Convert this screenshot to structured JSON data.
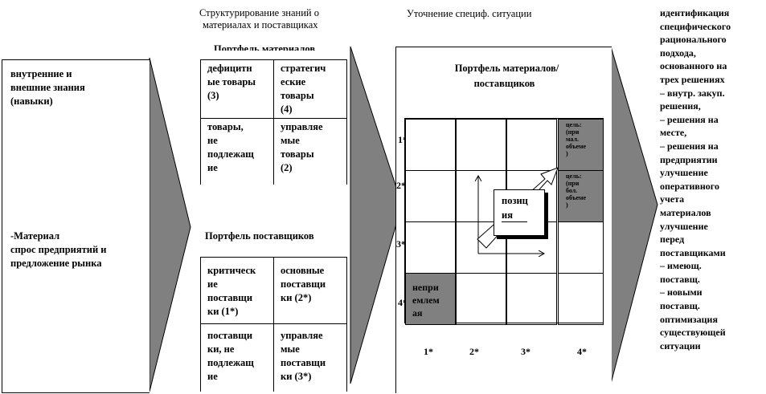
{
  "left_panel": {
    "knowledge": [
      "внутренние и",
      "внешние знания",
      "(навыки)"
    ],
    "material": [
      "-Материал",
      "спрос предприятий и",
      "предложение рынка"
    ]
  },
  "middle": {
    "header": [
      "Структурирование знаний о",
      "материалах и поставщиках"
    ],
    "materials_title": "Портфель материалов",
    "materials_cells": [
      [
        "дефицитн",
        "ые товары",
        "(3)"
      ],
      [
        "стратегич",
        "еские",
        "товары",
        "(4)"
      ],
      [
        "товары,",
        "не",
        "подлежащ",
        "ие"
      ],
      [
        "управляе",
        "мые",
        "товары",
        "(2)"
      ]
    ],
    "suppliers_title": "Портфель поставщиков",
    "suppliers_cells": [
      [
        "критическ",
        "ие",
        "поставщи",
        "ки (1*)"
      ],
      [
        "основные",
        "поставщи",
        "ки (2*)"
      ],
      [
        "поставщи",
        "ки, не",
        "подлежащ",
        "ие"
      ],
      [
        "управляе",
        "мые",
        "поставщи",
        "ки (3*)"
      ]
    ]
  },
  "matrix": {
    "header": "Уточнение специф. ситуации",
    "title": [
      "Портфель материалов/",
      "поставщиков"
    ],
    "row_labels": [
      "1*",
      "2*",
      "3*",
      "4*"
    ],
    "col_labels": [
      "1*",
      "2*",
      "3*",
      "4*"
    ],
    "cell_top1": [
      "цель:",
      "(при",
      "мал.",
      "объеме",
      ")"
    ],
    "cell_top2": [
      "цель:",
      "(при",
      "бол.",
      "объеме",
      ")"
    ],
    "cell_bottom": [
      "непри",
      "емлем",
      "ая"
    ],
    "position_box": [
      "позиц",
      "ия"
    ]
  },
  "right_panel": {
    "lines": [
      "идентификация",
      "специфического",
      "рационального",
      "подхода,",
      "основанного на",
      "трех решениях",
      "– внутр. закуп.",
      "решения,",
      "– решения на",
      "месте,",
      "– решения на",
      "предприятии",
      "улучшение",
      "оперативного",
      "учета",
      "материалов",
      "улучшение",
      "перед",
      "поставщиками",
      "– имеющ.",
      "поставщ.",
      "– новыми",
      "поставщ.",
      "оптимизация",
      "существующей",
      "ситуации"
    ]
  }
}
